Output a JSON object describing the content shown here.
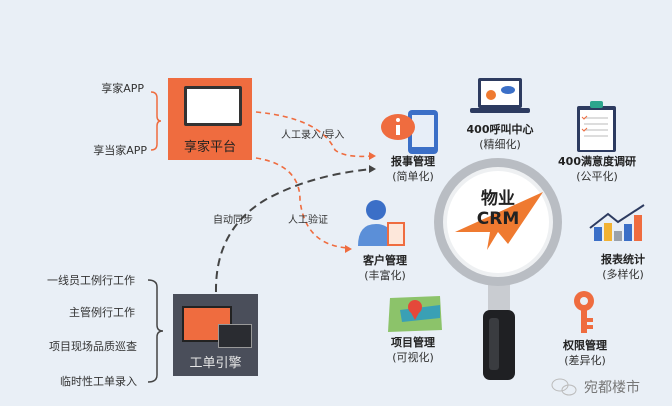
{
  "apps": [
    "享家APP",
    "享当家APP"
  ],
  "platform": {
    "label": "享家平台",
    "color": "#ef6c3f"
  },
  "engine": {
    "label": "工单引擎",
    "color": "#4a4e5a"
  },
  "engine_inputs": [
    "一线员工例行工作",
    "主管例行工作",
    "项目现场品质巡查",
    "临时性工单录入"
  ],
  "flows": {
    "manual_import": "人工录入/导入",
    "auto_sync": "自动同步",
    "manual_verify": "人工验证"
  },
  "center": {
    "line1": "物业",
    "line2": "CRM",
    "accent": "#ef7a30"
  },
  "modules": [
    {
      "name": "报事管理",
      "sub": "(简单化)"
    },
    {
      "name": "400呼叫中心",
      "sub": "(精细化)"
    },
    {
      "name": "400满意度调研",
      "sub": "(公平化)"
    },
    {
      "name": "报表统计",
      "sub": "(多样化)"
    },
    {
      "name": "客户管理",
      "sub": "(丰富化)"
    },
    {
      "name": "项目管理",
      "sub": "(可视化)"
    },
    {
      "name": "权限管理",
      "sub": "(差异化)"
    }
  ],
  "watermark": "宛都楼市"
}
